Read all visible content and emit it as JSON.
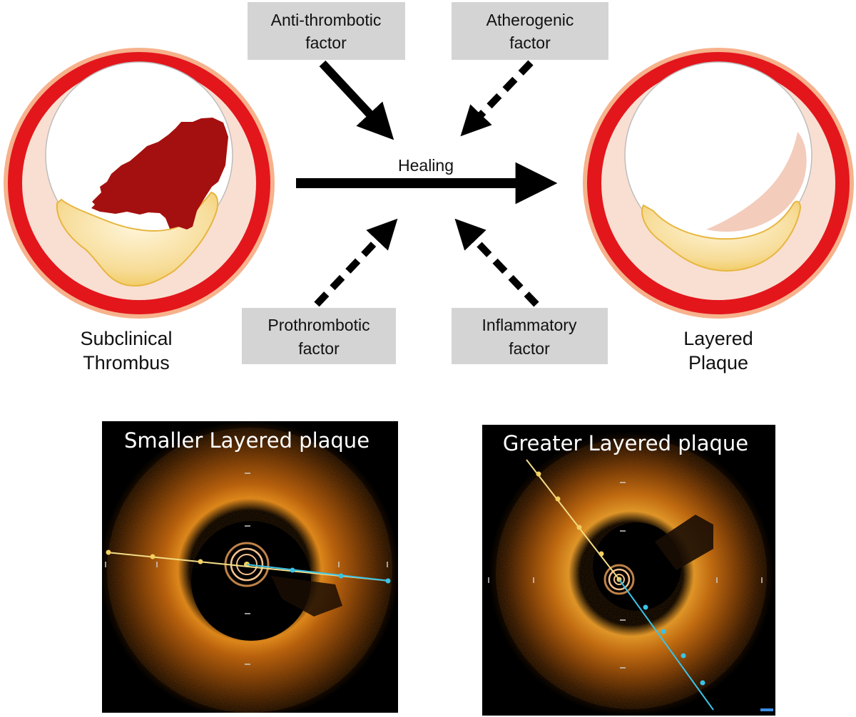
{
  "diagram": {
    "factors": {
      "anti_thrombotic": [
        "Anti-thrombotic",
        "factor"
      ],
      "atherogenic": [
        "Atherogenic",
        "factor"
      ],
      "prothrombotic": [
        "Prothrombotic",
        "factor"
      ],
      "inflammatory": [
        "Inflammatory",
        "factor"
      ]
    },
    "center_label": "Healing",
    "left_caption": [
      "Subclinical",
      "Thrombus"
    ],
    "right_caption": [
      "Layered",
      "Plaque"
    ],
    "arrow_styles": {
      "anti_thrombotic": "solid",
      "atherogenic": "dashed",
      "prothrombotic": "dashed",
      "inflammatory": "dashed",
      "healing": "solid"
    },
    "colors": {
      "vessel_wall": "#e3161c",
      "adventitia": "#f6b28c",
      "lumen_tissue": "#f9dfd2",
      "thrombus": "#a4100f",
      "lipid_core": "#f8d98b",
      "layered_plaque": "#f2c7b5",
      "factor_box": "#d4d4d4"
    }
  },
  "oct_images": [
    {
      "title": "Smaller Layered plaque"
    },
    {
      "title": "Greater Layered plaque"
    }
  ]
}
